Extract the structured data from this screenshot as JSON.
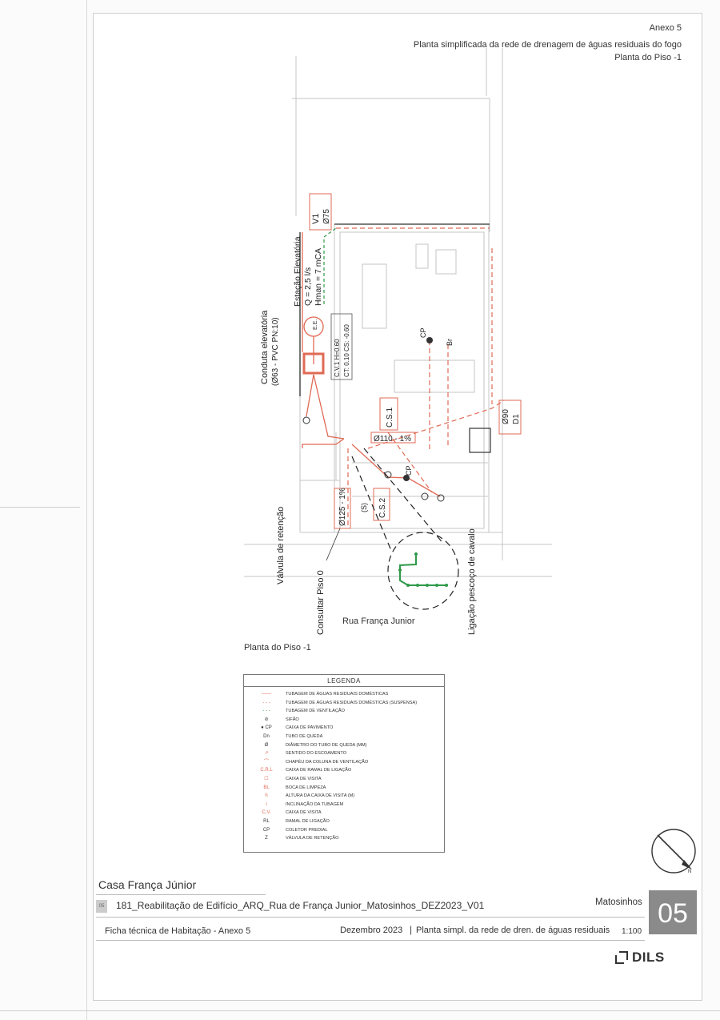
{
  "header": {
    "annex": "Anexo 5",
    "title": "Planta simplificada da rede de drenagem de águas residuais do fogo",
    "floor": "Planta do Piso -1"
  },
  "plan": {
    "label_v1": "V1",
    "label_d75": "Ø75",
    "station": "Estação Elevatória",
    "flow": "Q = 2,5 l/s",
    "hman": "Hman = 7 mCA",
    "ee": "E.E.",
    "conduta": "Conduta elevatória",
    "conduta_spec": "(Ø63 - PVC PN:10)",
    "cv1": "C.V.1 H=0.60",
    "ct": "CT: 0.10 CS: -0.60",
    "cs1": "C.S.1",
    "d110": "Ø110 - 1%",
    "cp1": "CP",
    "br": "Br",
    "d90": "Ø90",
    "d1": "D1",
    "cp2": "CP",
    "d125": "Ø125 - 1%",
    "s": "(S)",
    "cs2": "C.S.2",
    "valvula": "Válvula de retenção",
    "consultar": "Consultar Piso 0",
    "street": "Rua França Junior",
    "ligacao": "Ligação pescoço de cavalo",
    "floor_label": "Planta do Piso -1"
  },
  "legend": {
    "title": "LEGENDA",
    "items": [
      {
        "sym": "——",
        "text": "Tubagem de águas residuais domésticas"
      },
      {
        "sym": "- - -",
        "text": "Tubagem de águas residuais domésticas (suspensa)"
      },
      {
        "sym": "- - -",
        "text": "Tubagem de ventilação"
      },
      {
        "sym": "⊘",
        "text": "Sifão"
      },
      {
        "sym": "● CP",
        "text": "Caixa de pavimento"
      },
      {
        "sym": "Dn",
        "text": "Tubo de queda"
      },
      {
        "sym": "Ø",
        "text": "Diâmetro do tubo de queda (mm)"
      },
      {
        "sym": "↗",
        "text": "Sentido do escoamento"
      },
      {
        "sym": "⌒",
        "text": "Chapéu da coluna de ventilação"
      },
      {
        "sym": "C.R.L",
        "text": "Caixa de ramal de ligação"
      },
      {
        "sym": "☐",
        "text": "Caixa de visita"
      },
      {
        "sym": "BL",
        "text": "Boca de limpeza"
      },
      {
        "sym": "h",
        "text": "Altura da caixa de visita (m)"
      },
      {
        "sym": "i",
        "text": "Inclinação da tubagem"
      },
      {
        "sym": "C.V.",
        "text": "Caixa de visita"
      },
      {
        "sym": "RL",
        "text": "Ramal de ligação"
      },
      {
        "sym": "CP",
        "text": "Coletor predial"
      },
      {
        "sym": "Z",
        "text": "Válvula de retenção"
      }
    ]
  },
  "title_block": {
    "name": "Casa França Júnior",
    "project": "181_Reabilitação de Edifício_ARQ_Rua de França Junior_Matosinhos_DEZ2023_V01",
    "city": "Matosinhos",
    "number": "05",
    "ficha": "Ficha técnica de Habitação - Anexo 5",
    "date": "Dezembro 2023",
    "separator": "|",
    "description": "Planta simpl. da rede de dren. de águas residuais",
    "scale": "1:100",
    "logo": "DILS"
  },
  "colors": {
    "drain": "#e06a55",
    "vent": "#2f9a4a",
    "wall": "#bdbdbd",
    "text": "#222222"
  }
}
